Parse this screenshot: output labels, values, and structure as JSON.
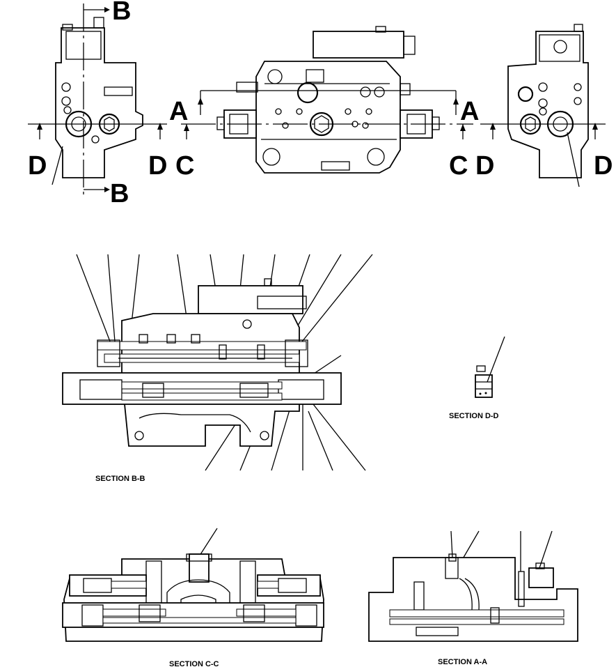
{
  "section_markers": {
    "b_top": "B",
    "b_bottom": "B",
    "a_left": "A",
    "a_right": "A",
    "c_left": "C",
    "c_right": "C",
    "d_left_1": "D",
    "d_left_2": "D",
    "d_right_1": "D",
    "d_right_2": "D"
  },
  "captions": {
    "section_bb": "SECTION B-B",
    "section_dd": "SECTION D-D",
    "section_cc": "SECTION C-C",
    "section_aa": "SECTION A-A"
  },
  "colors": {
    "ink": "#000000",
    "paper": "#ffffff"
  }
}
